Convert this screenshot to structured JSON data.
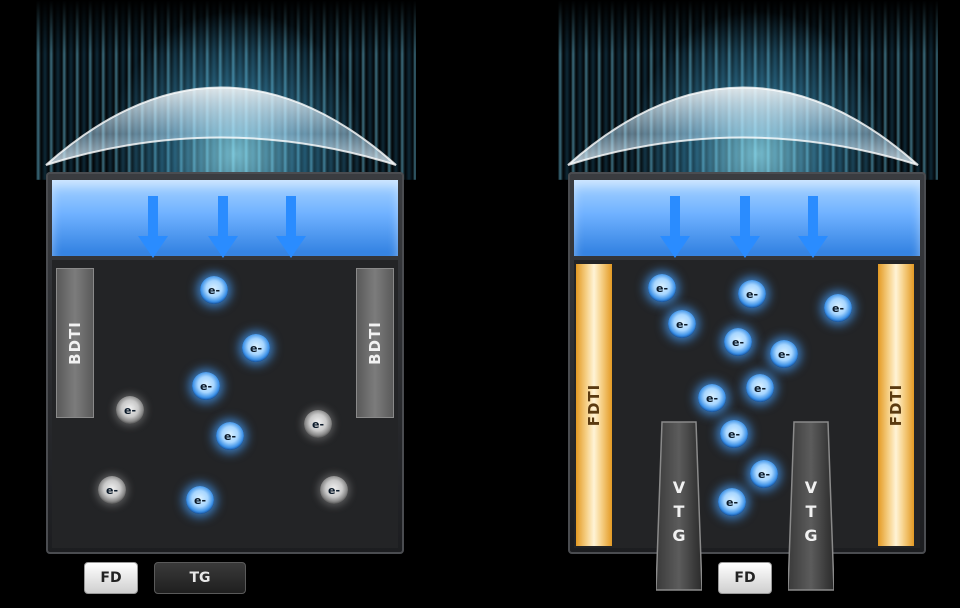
{
  "left_pixel": {
    "isolation_label": "BDTI",
    "electron_label": "e-",
    "tags": {
      "fd": "FD",
      "tg": "TG"
    }
  },
  "right_pixel": {
    "isolation_label": "FDTI",
    "electron_label": "e-",
    "gate_letters": [
      "V",
      "T",
      "G"
    ],
    "tags": {
      "fd": "FD"
    }
  },
  "colors": {
    "background": "#000000",
    "light": "#6fc8ff",
    "filter": "#6fb1ff",
    "electron_blue": "#3f93e8",
    "electron_gray": "#9a9a9a",
    "fdti": "#f0b040",
    "bdti": "#6e6e6e"
  },
  "icons": [
    "down-arrow-icon",
    "electron-icon",
    "microlens-icon"
  ]
}
